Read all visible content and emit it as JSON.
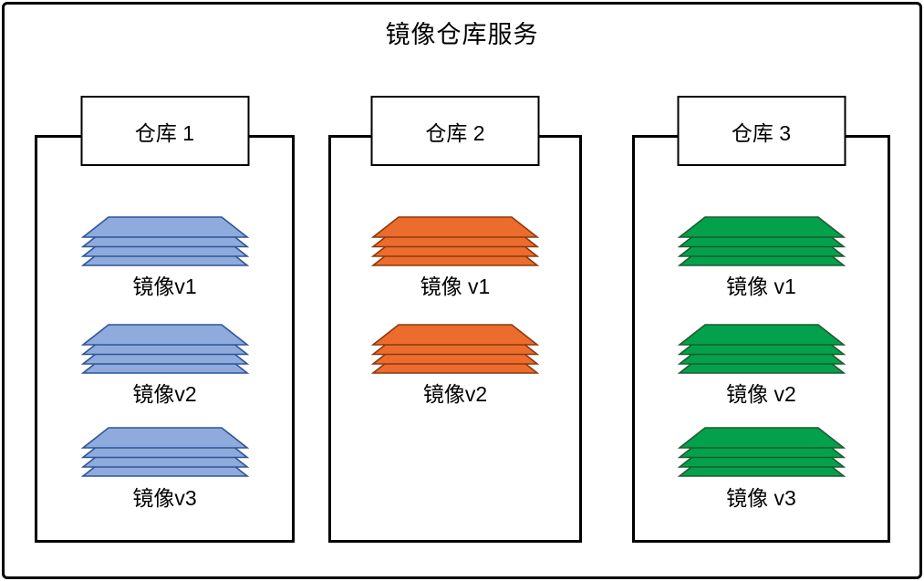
{
  "title": "镜像仓库服务",
  "colors": {
    "frame_border": "#000000",
    "background": "#ffffff",
    "blue_fill": "#8FAADC",
    "blue_stroke": "#2F5597",
    "orange_fill": "#EC6C2D",
    "orange_stroke": "#8A3A10",
    "green_fill": "#04A14D",
    "green_stroke": "#1E5B2E"
  },
  "layers_per_stack": 4,
  "warehouses": [
    {
      "label": "仓库 1",
      "color": "blue",
      "images": [
        "镜像v1",
        "镜像v2",
        "镜像v3"
      ]
    },
    {
      "label": "仓库 2",
      "color": "orange",
      "images": [
        "镜像 v1",
        "镜像v2"
      ]
    },
    {
      "label": "仓库 3",
      "color": "green",
      "images": [
        "镜像 v1",
        "镜像 v2",
        "镜像 v3"
      ]
    }
  ]
}
